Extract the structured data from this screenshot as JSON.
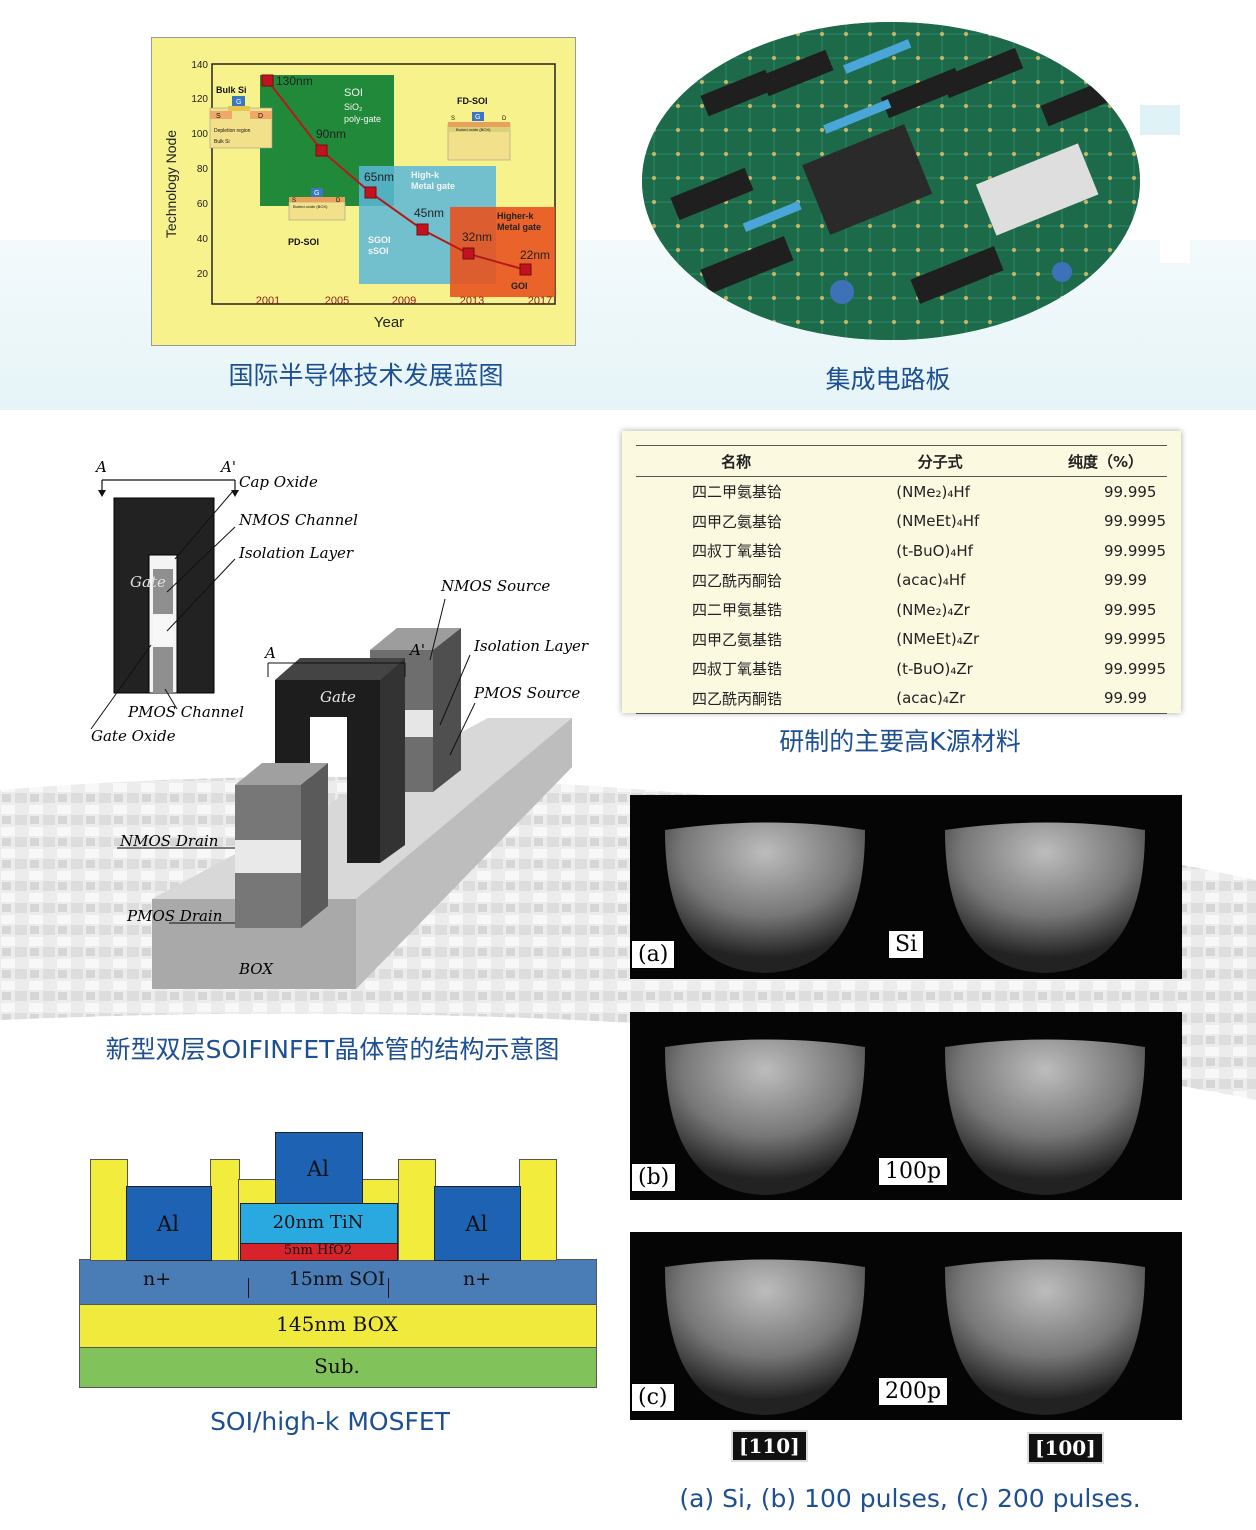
{
  "roadmap": {
    "caption": "国际半导体技术发展蓝图",
    "ylabel": "Technology Node",
    "xlabel": "Year",
    "yticks": [
      "140",
      "120",
      "100",
      "80",
      "60",
      "40",
      "20"
    ],
    "xticks": [
      "2001",
      "2005",
      "2009",
      "2013",
      "2017"
    ],
    "nodes": [
      "130nm",
      "90nm",
      "65nm",
      "45nm",
      "32nm",
      "22nm"
    ],
    "regions": {
      "soi": "SOI",
      "soi_sub1": "SiO₂",
      "soi_sub2": "poly-gate",
      "highk": "High-k",
      "highk2": "Metal gate",
      "higherk": "Higher-k",
      "higherk2": "Metal gate",
      "sgoi": "SGOI",
      "ssoi": "sSOI",
      "goi": "GOI"
    },
    "insets": {
      "bulk": "Bulk Si",
      "bulk_sub": "Bulk Si",
      "depletion": "Depletion region",
      "fdsoi": "FD-SOI",
      "pdsoi": "PD-SOI",
      "box": "Buried oxide (BOX)",
      "g": "G",
      "s": "S",
      "d": "D"
    },
    "colors": {
      "background": "#f8f28d",
      "soi": "#218a3a",
      "highk": "#5ab7d8",
      "higherk": "#e8531f",
      "marker": "#c1121f"
    }
  },
  "pcb": {
    "caption": "集成电路板"
  },
  "table": {
    "caption": "研制的主要高K源材料",
    "headers": [
      "名称",
      "分子式",
      "纯度（%）"
    ],
    "rows": [
      [
        "四二甲氨基铪",
        "(NMe₂)₄Hf",
        "99.995"
      ],
      [
        "四甲乙氨基铪",
        "(NMeEt)₄Hf",
        "99.9995"
      ],
      [
        "四叔丁氧基铪",
        "(t-BuO)₄Hf",
        "99.9995"
      ],
      [
        "四乙酰丙酮铪",
        "(acac)₄Hf",
        "99.99"
      ],
      [
        "四二甲氨基锆",
        "(NMe₂)₄Zr",
        "99.995"
      ],
      [
        "四甲乙氨基锆",
        "(NMeEt)₄Zr",
        "99.9995"
      ],
      [
        "四叔丁氧基锆",
        "(t-BuO)₄Zr",
        "99.9995"
      ],
      [
        "四乙酰丙酮锆",
        "(acac)₄Zr",
        "99.99"
      ]
    ]
  },
  "finfet": {
    "caption": "新型双层SOIFINFET晶体管的结构示意图",
    "labels": {
      "a": "A",
      "a_prime": "A'",
      "cap_oxide": "Cap Oxide",
      "nmos_channel": "NMOS Channel",
      "isolation_layer": "Isolation Layer",
      "pmos_channel": "PMOS Channel",
      "gate_oxide": "Gate Oxide",
      "gate": "Gate",
      "nmos_source": "NMOS Source",
      "isolation_layer2": "Isolation Layer",
      "pmos_source": "PMOS Source",
      "nmos_drain": "NMOS Drain",
      "pmos_drain": "PMOS Drain",
      "box": "BOX"
    }
  },
  "mosfet": {
    "caption": "SOI/high-k MOSFET",
    "labels": {
      "al_top": "Al",
      "al_left": "Al",
      "al_right": "Al",
      "tin": "20nm  TiN",
      "hfo2": "5nm HfO2",
      "n_left": "n+",
      "n_right": "n+",
      "soi": "15nm  SOI",
      "box": "145nm BOX",
      "sub": "Sub."
    },
    "colors": {
      "al": "#1d62b3",
      "spacer": "#f2ec3d",
      "tin": "#29a9e0",
      "hfo2": "#d9232a",
      "soi": "#4a7cb5",
      "box": "#f0ea3c",
      "sub": "#82c25a"
    }
  },
  "rheed": {
    "caption": "(a) Si, (b) 100 pulses, (c) 200 pulses.",
    "panels": [
      {
        "letter": "(a)",
        "tag": "Si"
      },
      {
        "letter": "(b)",
        "tag": "100p"
      },
      {
        "letter": "(c)",
        "tag": "200p"
      }
    ],
    "directions": [
      "[110]",
      "[100]"
    ]
  }
}
